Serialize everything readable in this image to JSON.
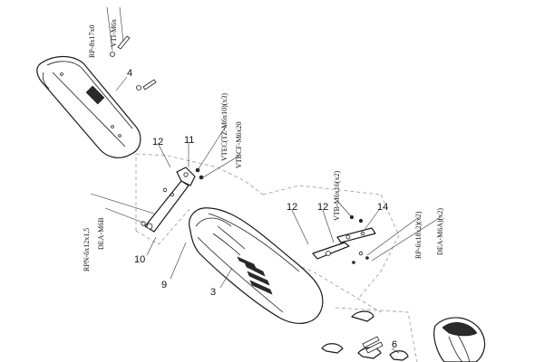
{
  "parts": {
    "p3": "3",
    "p4": "4",
    "p6": "6",
    "p9": "9",
    "p10": "10",
    "p11": "11",
    "p12a": "12",
    "p12b": "12",
    "p12c": "12",
    "p14": "14"
  },
  "codes": {
    "rp_top": "RP-8x17x0",
    "vti_top": "VTI-M6x",
    "vtec": "VTEC(TZ-M6x10)(x3)",
    "vtbcf": "VTBCF-M6x20",
    "rpn": "RPN-6x12x1,5",
    "dea_m6b": "DEA-M6B",
    "vtb": "VTB-M6x16(x2)",
    "rp_right": "RP-6x18x2)(x2)",
    "dea_right": "DEA-M6A)(x2)"
  }
}
